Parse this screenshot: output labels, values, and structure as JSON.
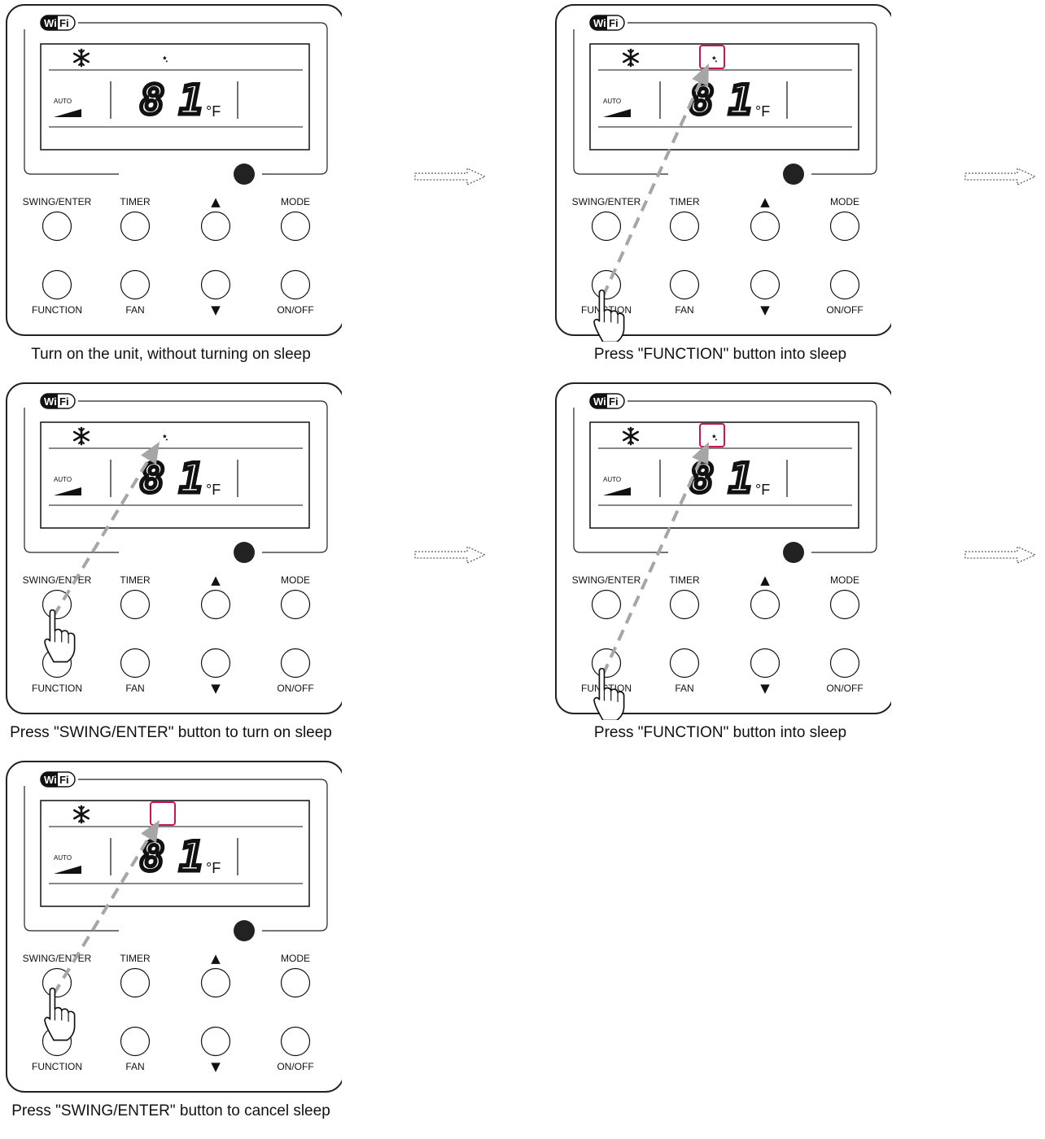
{
  "controller": {
    "wifi_label_a": "Wi",
    "wifi_label_b": "Fi",
    "fan_speed_label": "AUTO",
    "temperature_value": "81",
    "temperature_unit": "°F",
    "buttons": {
      "swing_enter": "SWING/ENTER",
      "timer": "TIMER",
      "up": "▲",
      "mode": "MODE",
      "function": "FUNCTION",
      "fan": "FAN",
      "down": "▼",
      "on_off": "ON/OFF"
    }
  },
  "colors": {
    "highlight": "#c2185b",
    "press_arrow": "#a6a6a6",
    "outline": "#222222"
  },
  "icons": {
    "mode": "snowflake-icon",
    "sleep": "moon-stars-icon",
    "hand": "pointing-hand-icon",
    "step_arrow": "dotted-right-arrow-icon"
  },
  "steps": [
    {
      "caption": "Turn on the unit, without turning on sleep",
      "sleep_icon": true,
      "highlight_box": false,
      "pressed": "none"
    },
    {
      "caption": "Press \"FUNCTION\" button into sleep",
      "sleep_icon": true,
      "highlight_box": true,
      "pressed": "function"
    },
    {
      "caption": "Press \"SWING/ENTER\" button to turn on sleep",
      "sleep_icon": true,
      "highlight_box": false,
      "pressed": "swing_enter"
    },
    {
      "caption": "Press \"FUNCTION\" button into sleep",
      "sleep_icon": true,
      "highlight_box": true,
      "pressed": "function"
    },
    {
      "caption": "Press \"SWING/ENTER\" button to cancel sleep",
      "sleep_icon": false,
      "highlight_box": true,
      "pressed": "swing_enter"
    }
  ]
}
